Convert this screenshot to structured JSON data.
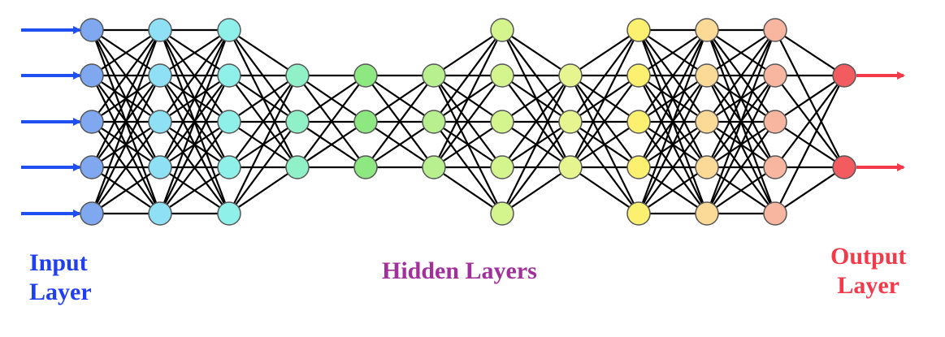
{
  "labels": {
    "input_line1": "Input",
    "input_line2": "Layer",
    "hidden": "Hidden Layers",
    "output_line1": "Output",
    "output_line2": "Layer"
  },
  "colors": {
    "input_label": "#1f3ff0",
    "hidden_label": "#a0309a",
    "output_label": "#f23a4a",
    "input_arrow": "#1f4ff0",
    "output_arrow": "#f23a4a",
    "edge": "#000000",
    "node_stroke": "#555555"
  },
  "network": {
    "input_arrows": 5,
    "output_arrows": 2,
    "layers": [
      {
        "nodes": 5,
        "color": "#7fa8f0"
      },
      {
        "nodes": 5,
        "color": "#8fe0f5"
      },
      {
        "nodes": 5,
        "color": "#8ff0ea"
      },
      {
        "nodes": 3,
        "color": "#90f0c8"
      },
      {
        "nodes": 3,
        "color": "#8ee882"
      },
      {
        "nodes": 3,
        "color": "#b8f090"
      },
      {
        "nodes": 5,
        "color": "#d4f48e"
      },
      {
        "nodes": 3,
        "color": "#e6f590"
      },
      {
        "nodes": 5,
        "color": "#fbf070"
      },
      {
        "nodes": 5,
        "color": "#fbd996"
      },
      {
        "nodes": 5,
        "color": "#f8b6a0"
      },
      {
        "nodes": 2,
        "color": "#f25c60"
      }
    ]
  }
}
